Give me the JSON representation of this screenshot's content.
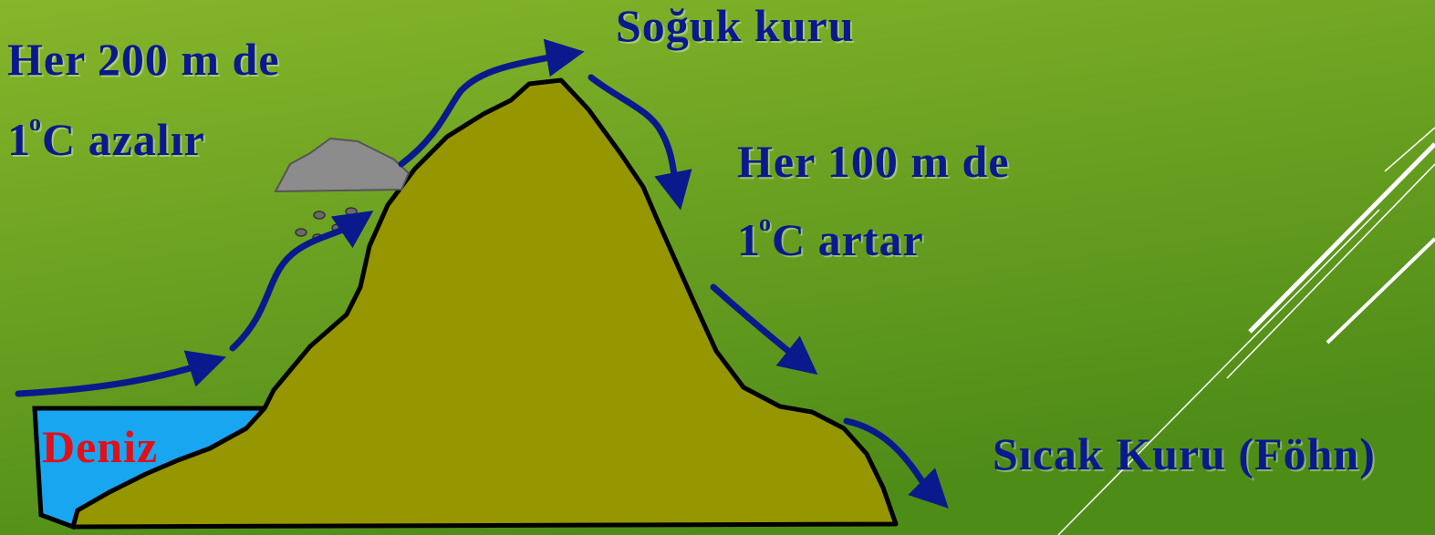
{
  "diagram": {
    "windward_rate_line1": "Her 200 m de",
    "windward_rate_num": "1",
    "windward_rate_deg": "o",
    "windward_rate_rest": "C azalır",
    "summit_label": "Soğuk kuru",
    "leeward_rate_line1": "Her 100 m de",
    "leeward_rate_num": "1",
    "leeward_rate_deg": "o",
    "leeward_rate_rest": "C artar",
    "foehn_label": "Sıcak Kuru (Föhn)",
    "sea_label": "Deniz"
  },
  "colors": {
    "background_top": "#86b52a",
    "background_bottom": "#4e8c18",
    "mountain": "#969600",
    "sea": "#19a6f0",
    "arrow": "#0a1a8c",
    "cloud": "#8c8c8c",
    "text": "#0a1a8c",
    "sea_text": "#e0101a"
  },
  "icons": [
    "cloud-icon",
    "rain-icon",
    "wind-arrow-icon"
  ]
}
